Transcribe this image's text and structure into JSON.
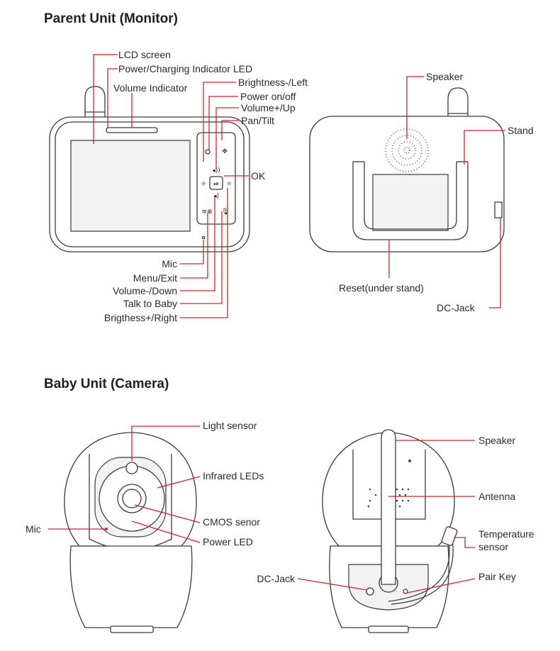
{
  "titles": {
    "parent": "Parent Unit (Monitor)",
    "baby": "Baby Unit (Camera)"
  },
  "monitor_front": {
    "lcd_screen": "LCD screen",
    "power_led": "Power/Charging Indicator LED",
    "volume_indicator": "Volume Indicator",
    "brightness_left": "Brightness-/Left",
    "power_onoff": "Power on/off",
    "volume_up": "Volume+/Up",
    "pan_tilt": "Pan/Tilt",
    "ok": "OK",
    "mic": "Mic",
    "menu_exit": "Menu/Exit",
    "volume_down": "Volume-/Down",
    "talk_to_baby": "Talk to Baby",
    "brightness_right": "Brigthess+/Right"
  },
  "monitor_back": {
    "speaker": "Speaker",
    "stand": "Stand",
    "reset": "Reset(under stand)",
    "dc_jack": "DC-Jack"
  },
  "camera_front": {
    "light_sensor": "Light sensor",
    "infrared_leds": "Infrared LEDs",
    "cmos_sensor": "CMOS senor",
    "power_led": "Power LED",
    "mic": "Mic"
  },
  "camera_back": {
    "speaker": "Speaker",
    "antenna": "Antenna",
    "temperature_sensor_line1": "Temperature",
    "temperature_sensor_line2": "sensor",
    "pair_key": "Pair Key",
    "dc_jack": "DC-Jack"
  },
  "colors": {
    "leader_line": "#d2232a",
    "outline": "#3a3a3a"
  }
}
